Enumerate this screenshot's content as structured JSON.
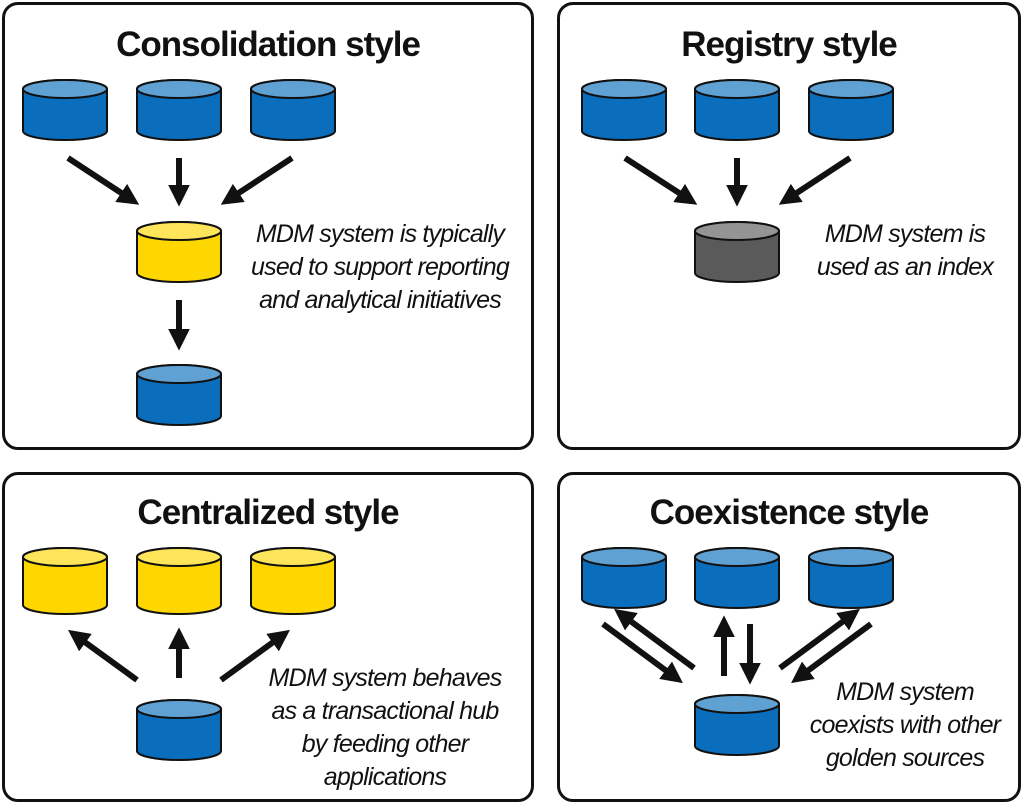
{
  "colors": {
    "source_blue": "#0a6ebd",
    "mdm_yellow": "#ffd700",
    "mdm_gray": "#5a5a5a",
    "outline": "#111111"
  },
  "panels": {
    "consolidation": {
      "title": "Consolidation style",
      "caption": [
        "MDM system is typically",
        "used to support reporting",
        "and analytical initiatives"
      ]
    },
    "registry": {
      "title": "Registry style",
      "caption": [
        "MDM system is",
        "used as an index"
      ]
    },
    "centralized": {
      "title": "Centralized style",
      "caption": [
        "MDM system behaves",
        "as a transactional hub",
        "by feeding other",
        "applications"
      ]
    },
    "coexistence": {
      "title": "Coexistence style",
      "caption": [
        "MDM system",
        "coexists with other",
        "golden sources"
      ]
    }
  }
}
